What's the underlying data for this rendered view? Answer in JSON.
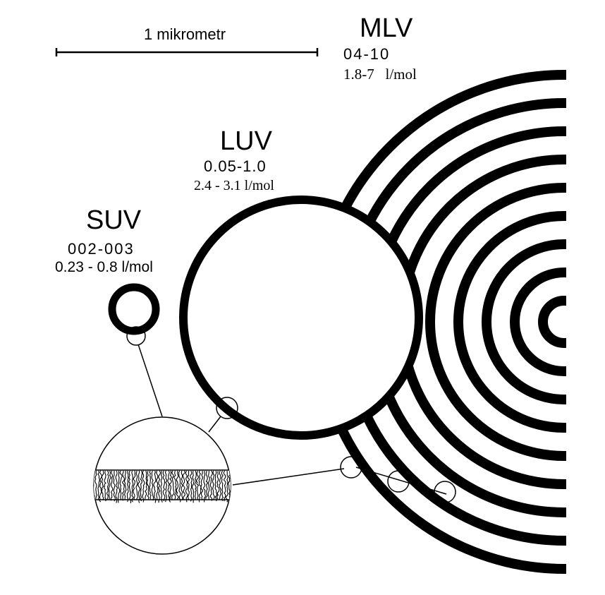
{
  "scale_bar": {
    "label": "1 mikrometr"
  },
  "vesicles": {
    "mlv": {
      "name": "MLV",
      "size": "04-10",
      "volume": "1.8-7   l/mol"
    },
    "luv": {
      "name": "LUV",
      "size": "0.05-1.0",
      "volume": "2.4 - 3.1 l/mol"
    },
    "suv": {
      "name": "SUV",
      "size": "002-003",
      "volume": "0.23 - 0.8 l/mol"
    }
  },
  "colors": {
    "ink": "#000000",
    "paper": "#ffffff"
  },
  "mlv_ring_count": 9
}
